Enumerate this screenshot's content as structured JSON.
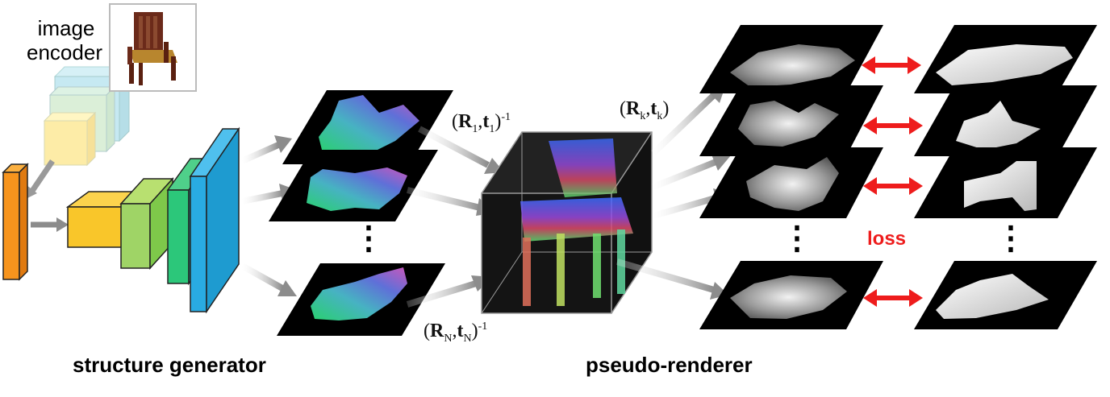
{
  "labels": {
    "image_encoder_line1": "image",
    "image_encoder_line2": "encoder",
    "structure_generator": "structure generator",
    "pseudo_renderer": "pseudo-renderer",
    "loss": "loss",
    "ellipsis": "⋮"
  },
  "transforms": {
    "first": {
      "R": "R",
      "R_sub": "1",
      "t": "t",
      "t_sub": "1",
      "sup": "-1"
    },
    "last": {
      "R": "R",
      "R_sub": "N",
      "t": "t",
      "t_sub": "N",
      "sup": "-1"
    },
    "k": {
      "R": "R",
      "R_sub": "k",
      "t": "t",
      "t_sub": "k"
    }
  },
  "colors": {
    "arrow_gray": "#8c8c8c",
    "loss_red": "#ee1c1c",
    "panel_black": "#000000",
    "layer_orange": "#f7941d",
    "layer_blue": "#29abe2",
    "encoder_blue": "#9fd8e8",
    "encoder_yellow": "#fde68a"
  },
  "icons": {
    "input_image": "chair-photo",
    "loss_arrows": "double-headed-arrow"
  }
}
